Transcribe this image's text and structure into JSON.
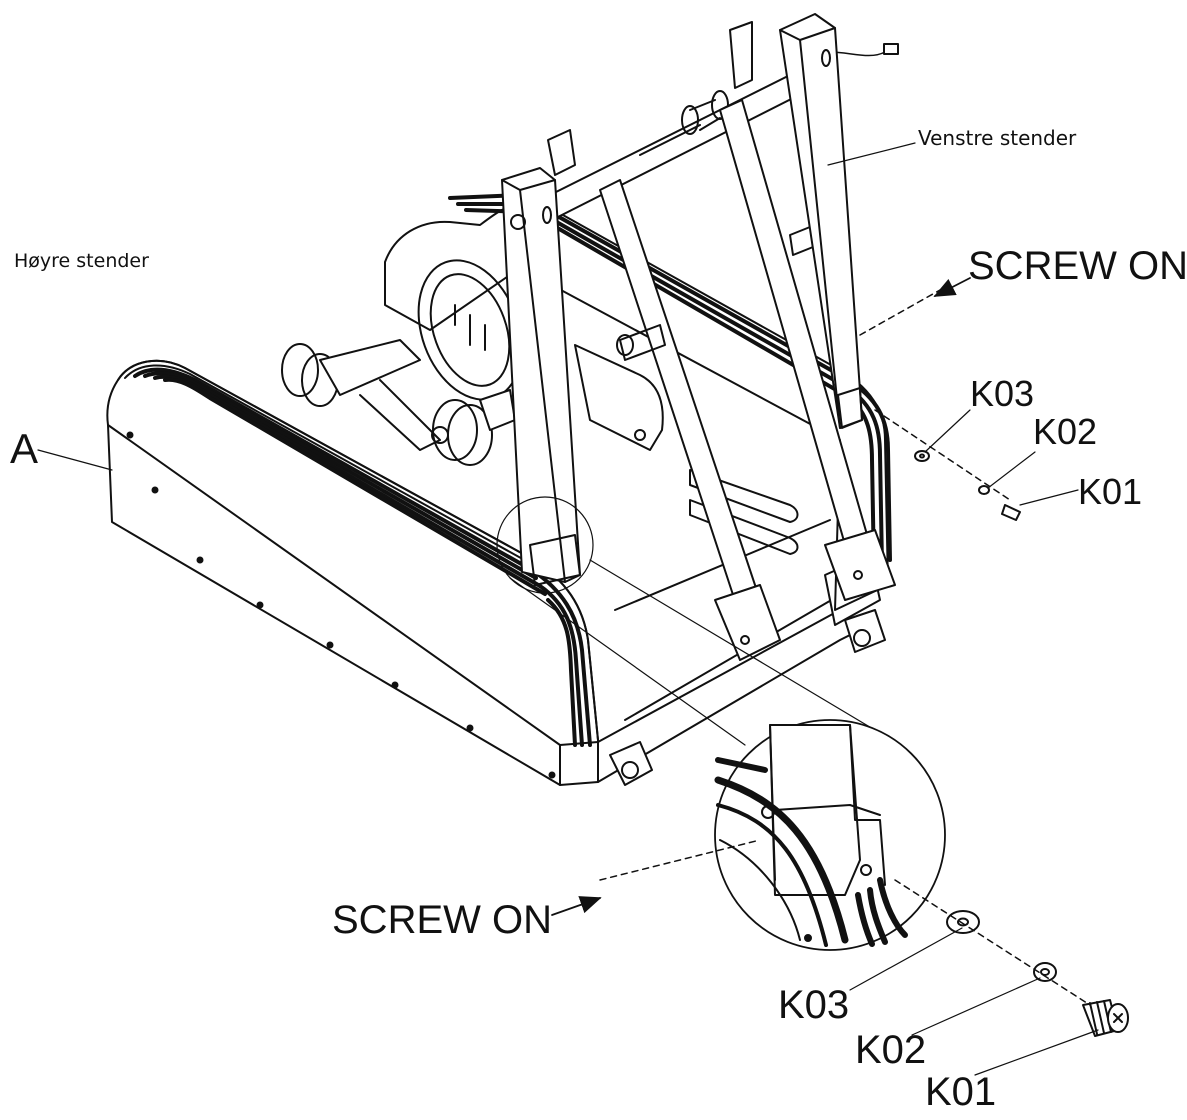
{
  "labels": {
    "venstre": "Venstre stender",
    "hoyre": "Høyre stender",
    "screw_on_top": "SCREW  ON",
    "screw_on_bottom": "SCREW  ON",
    "part_a": "A",
    "k03_top": "K03",
    "k02_top": "K02",
    "k01_top": "K01",
    "k03_bottom": "K03",
    "k02_bottom": "K02",
    "k01_bottom": "K01"
  }
}
